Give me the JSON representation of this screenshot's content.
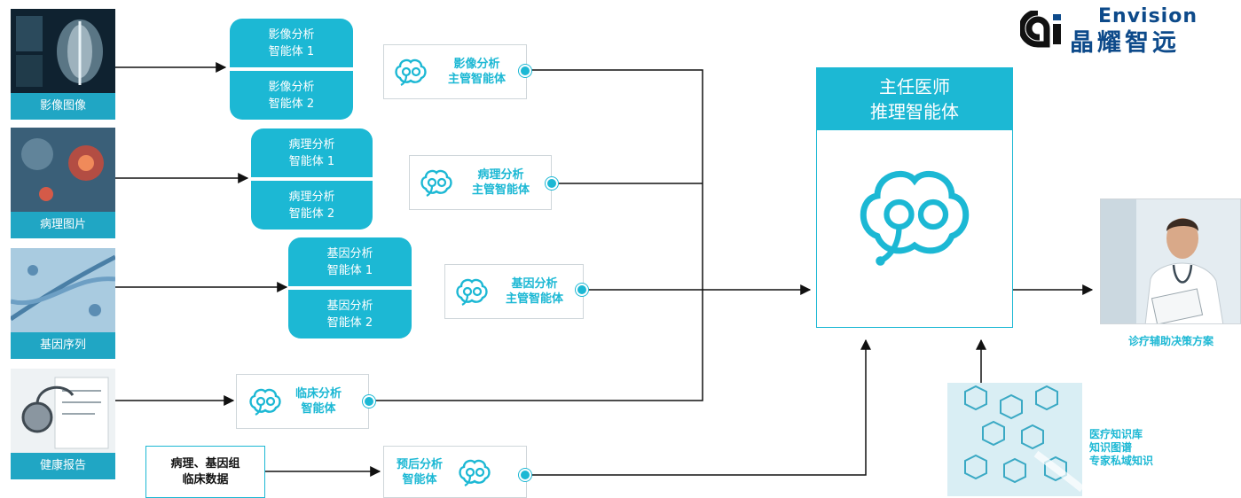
{
  "logo": {
    "en": "Envision",
    "cn": "晶耀智远"
  },
  "sources": [
    {
      "label": "影像图像"
    },
    {
      "label": "病理图片"
    },
    {
      "label": "基因序列"
    },
    {
      "label": "健康报告"
    }
  ],
  "agent_pairs": [
    {
      "a": {
        "line1": "影像分析",
        "line2": "智能体 1"
      },
      "b": {
        "line1": "影像分析",
        "line2": "智能体 2"
      }
    },
    {
      "a": {
        "line1": "病理分析",
        "line2": "智能体 1"
      },
      "b": {
        "line1": "病理分析",
        "line2": "智能体 2"
      }
    },
    {
      "a": {
        "line1": "基因分析",
        "line2": "智能体 1"
      },
      "b": {
        "line1": "基因分析",
        "line2": "智能体 2"
      }
    }
  ],
  "supervisors": [
    {
      "line1": "影像分析",
      "line2": "主管智能体"
    },
    {
      "line1": "病理分析",
      "line2": "主管智能体"
    },
    {
      "line1": "基因分析",
      "line2": "主管智能体"
    },
    {
      "line1": "临床分析",
      "line2": "智能体"
    },
    {
      "line1": "预后分析",
      "line2": "智能体"
    }
  ],
  "data_box": {
    "line1": "病理、基因组",
    "line2": "临床数据"
  },
  "chief": {
    "line1": "主任医师",
    "line2": "推理智能体"
  },
  "knowledge": {
    "items": [
      "医疗知识库",
      "知识图谱",
      "专家私域知识"
    ]
  },
  "output": {
    "label": "诊疗辅助决策方案"
  },
  "colors": {
    "accent": "#1cb8d4",
    "source_label_bg": "#20a6c4",
    "logo": "#0d4a8a"
  }
}
